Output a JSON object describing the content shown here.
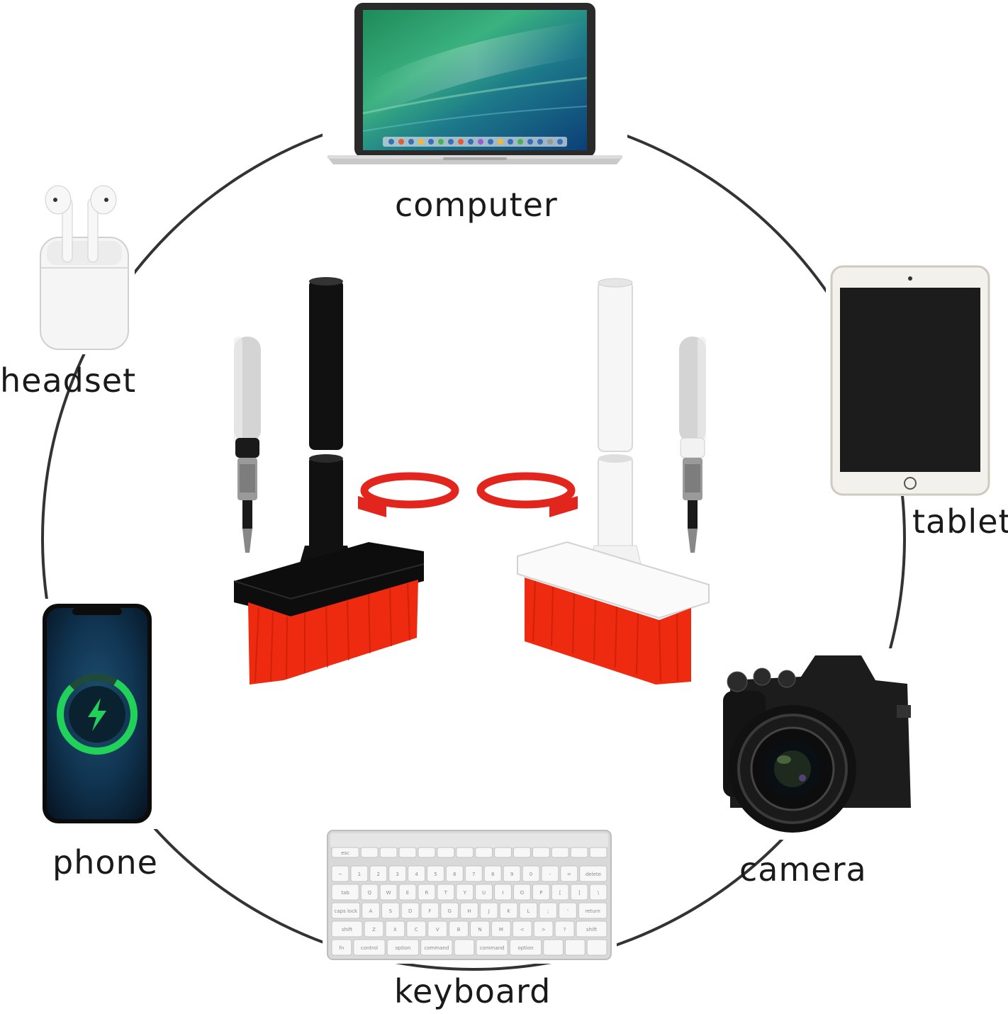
{
  "labels": {
    "computer": "computer",
    "headset": "headset",
    "tablet": "tablet",
    "phone": "phone",
    "camera": "camera",
    "keyboard": "keyboard"
  },
  "colors": {
    "ring": "#333333",
    "bristle": "#ee2a10",
    "brush_black": "#111111",
    "brush_white": "#eeeeee",
    "tool_red": "#e3261d",
    "screen_green": "#2aa86a",
    "phone_charge": "#22d15a"
  },
  "keyboard": {
    "rows": [
      [
        "esc",
        "",
        "",
        "",
        "",
        "",
        "",
        "",
        "",
        "",
        "",
        "",
        "",
        ""
      ],
      [
        "~",
        "1",
        "2",
        "3",
        "4",
        "5",
        "6",
        "7",
        "8",
        "9",
        "0",
        "-",
        "=",
        "delete"
      ],
      [
        "tab",
        "Q",
        "W",
        "E",
        "R",
        "T",
        "Y",
        "U",
        "I",
        "O",
        "P",
        "[",
        "]",
        "\\"
      ],
      [
        "caps lock",
        "A",
        "S",
        "D",
        "F",
        "G",
        "H",
        "J",
        "K",
        "L",
        ";",
        "'",
        "return"
      ],
      [
        "shift",
        "Z",
        "X",
        "C",
        "V",
        "B",
        "N",
        "M",
        "<",
        ">",
        "?",
        "shift"
      ],
      [
        "fn",
        "control",
        "option",
        "command",
        "",
        "command",
        "option",
        "",
        "",
        ""
      ]
    ]
  }
}
